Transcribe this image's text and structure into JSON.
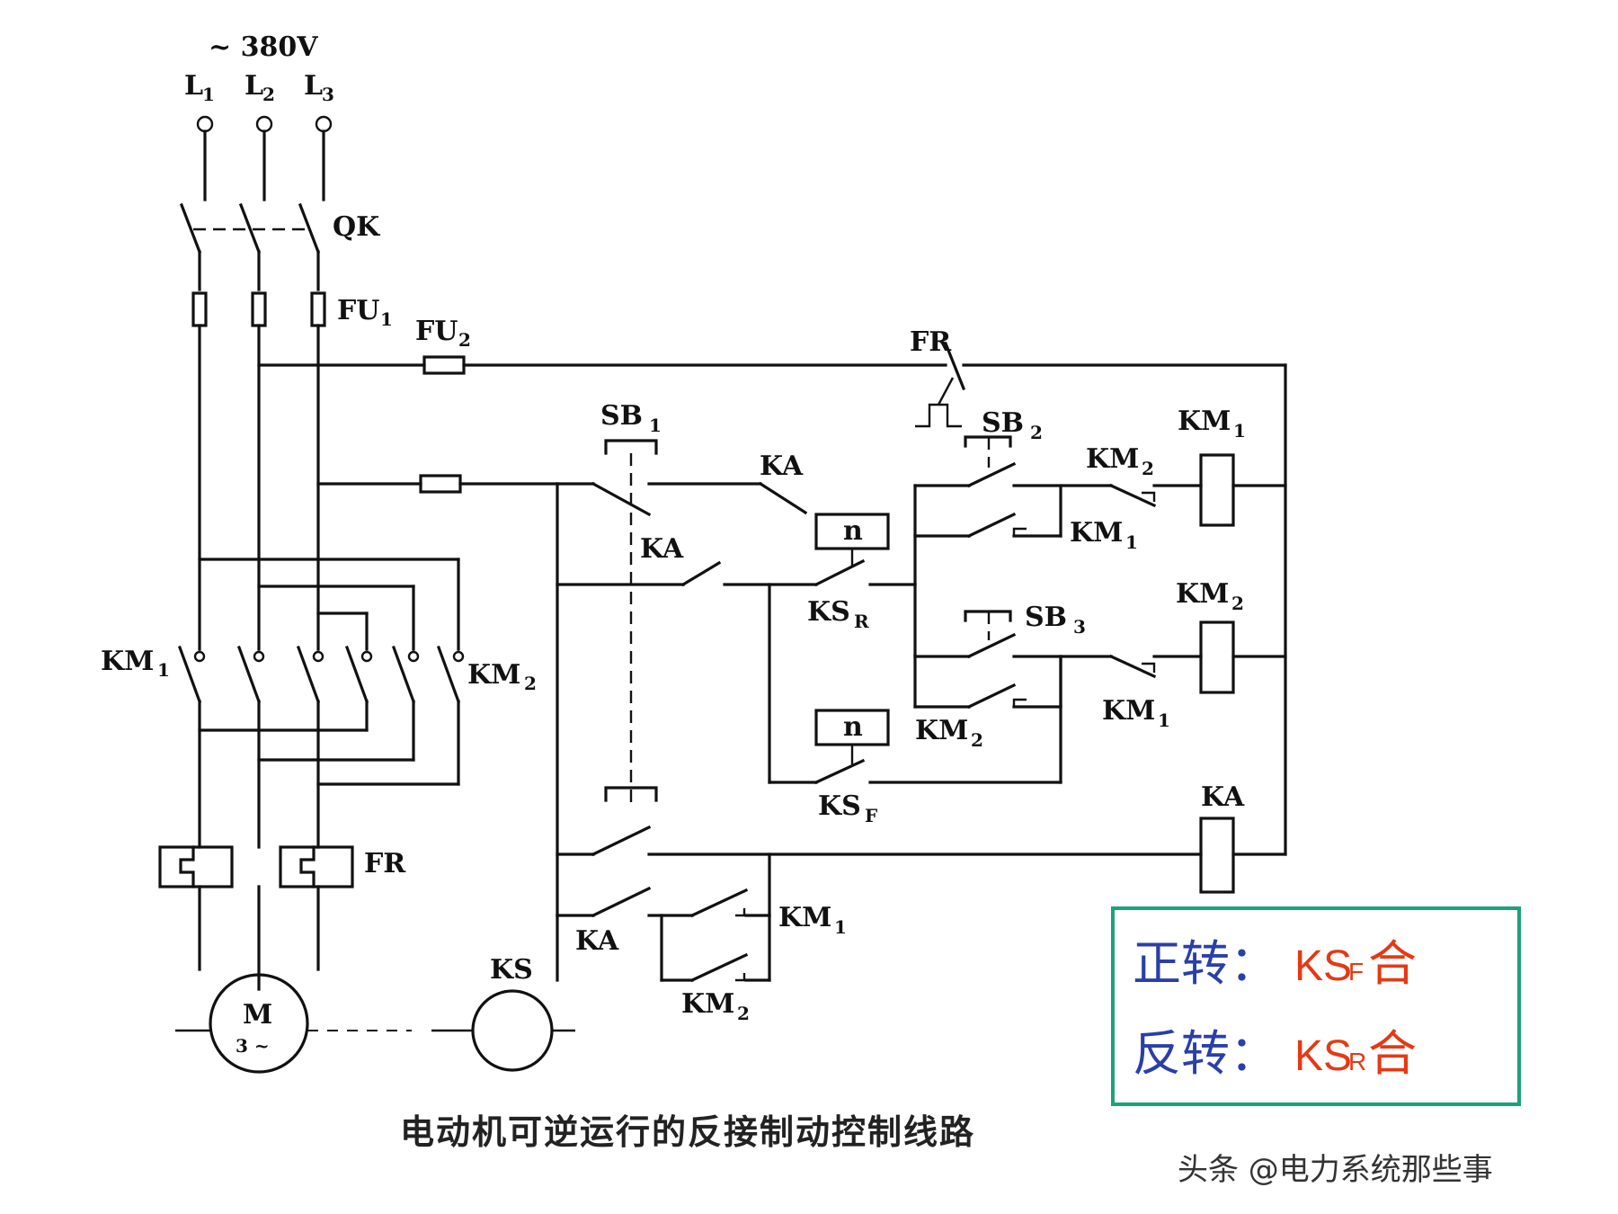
{
  "supply": {
    "voltage": "~ 380V",
    "l1": "L",
    "l1_sub": "1",
    "l2": "L",
    "l2_sub": "2",
    "l3": "L",
    "l3_sub": "3"
  },
  "labels": {
    "qk": "QK",
    "fu1": "FU",
    "fu1_sub": "1",
    "fu2": "FU",
    "fu2_sub": "2",
    "fr_top": "FR",
    "fr_main": "FR",
    "sb1": "SB",
    "sb1_sub": "1",
    "sb2": "SB",
    "sb2_sub": "2",
    "sb3": "SB",
    "sb3_sub": "3",
    "km1_coil": "KM",
    "km1_coil_sub": "1",
    "km2_coil": "KM",
    "km2_coil_sub": "2",
    "ka_coil": "KA",
    "ka_1": "KA",
    "ka_2": "KA",
    "ka_3": "KA",
    "km2_nc": "KM",
    "km2_nc_sub": "2",
    "km1_hold": "KM",
    "km1_hold_sub": "1",
    "km1_nc": "KM",
    "km1_nc_sub": "1",
    "km2_hold": "KM",
    "km2_hold_sub": "2",
    "ksr": "KS",
    "ksr_sub": "R",
    "ksf": "KS",
    "ksf_sub": "F",
    "km1_main": "KM",
    "km1_main_sub": "1",
    "km2_main": "KM",
    "km2_main_sub": "2",
    "km1_bot": "KM",
    "km1_bot_sub": "1",
    "km2_bot": "KM",
    "km2_bot_sub": "2",
    "n_symbol": "n",
    "motor": "M",
    "motor_sub": "3 ~",
    "ks": "KS"
  },
  "caption": "电动机可逆运行的反接制动控制线路",
  "note": {
    "forward_label": "正转：",
    "forward_value": "KS",
    "forward_sub": "F",
    "forward_suffix": "合",
    "reverse_label": "反转：",
    "reverse_value": "KS",
    "reverse_sub": "R",
    "reverse_suffix": "合",
    "border_color": "#1aa37a"
  },
  "watermark": "头条 @电力系统那些事"
}
